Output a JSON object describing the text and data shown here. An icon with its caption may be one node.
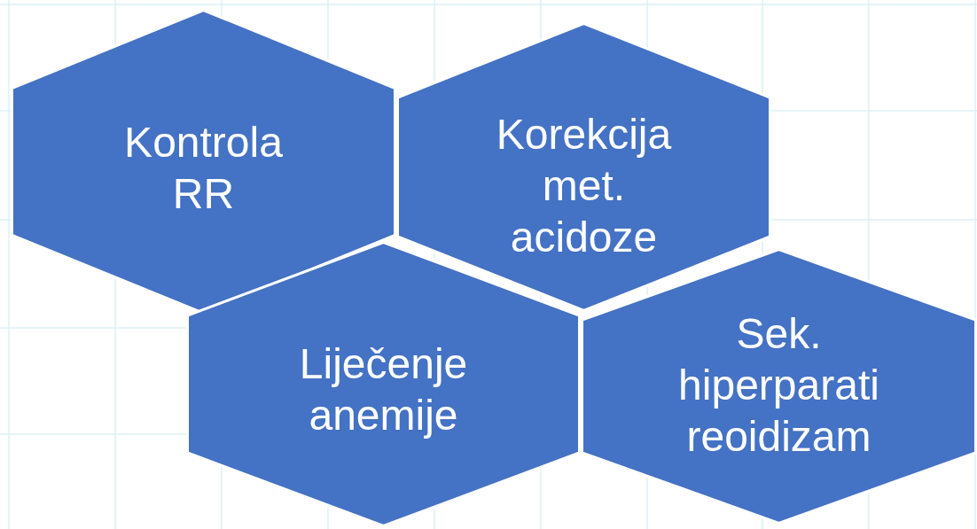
{
  "diagram": {
    "nodes": [
      {
        "text": [
          "Kontrola RR"
        ]
      },
      {
        "text": [
          "Korekcija met. acidoze"
        ]
      },
      {
        "text": [
          "Liječenje anemije"
        ]
      },
      {
        "text": [
          "Sek. hiperparati reoidizam"
        ]
      }
    ]
  }
}
